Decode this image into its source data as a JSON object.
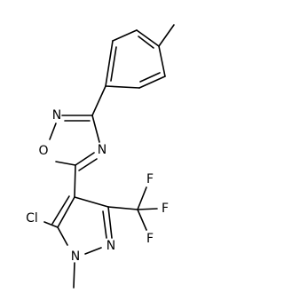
{
  "molecule": {
    "atoms": {
      "o_ring": "O",
      "n_upper": "N",
      "n_lower": "N",
      "cl": "Cl",
      "n_pyrazole": "N",
      "n_pyrazole2": "N",
      "f_top": "F",
      "f_right": "F",
      "f_bottom": "F"
    }
  }
}
